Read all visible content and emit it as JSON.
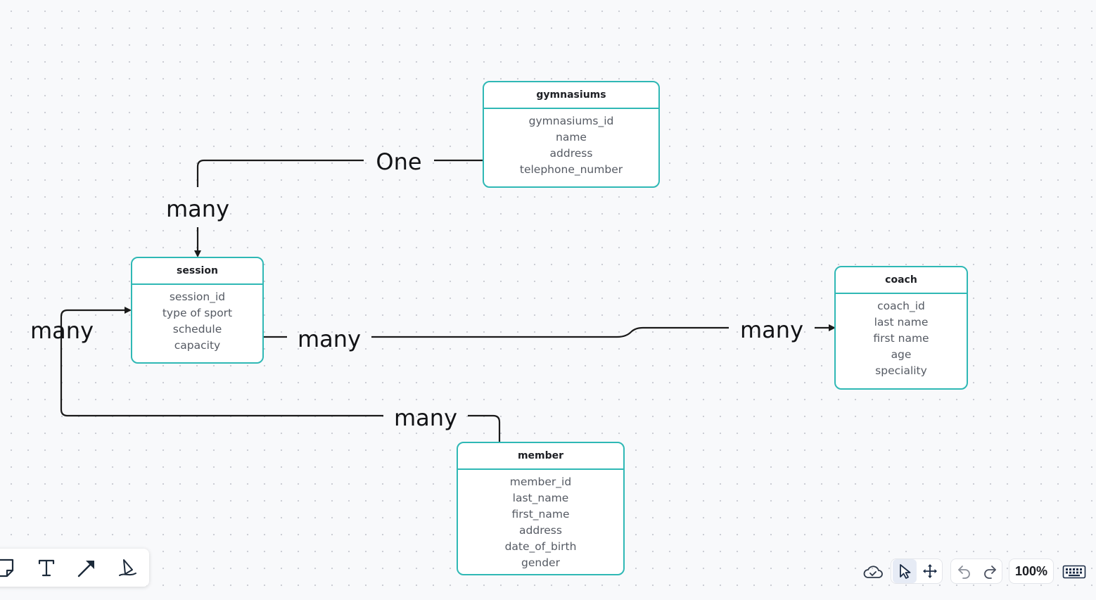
{
  "entities": {
    "gymnasiums": {
      "title": "gymnasiums",
      "fields": [
        "gymnasiums_id",
        "name",
        "address",
        "telephone_number"
      ]
    },
    "session": {
      "title": "session",
      "fields": [
        "session_id",
        "type of sport",
        "schedule",
        "capacity"
      ]
    },
    "coach": {
      "title": "coach",
      "fields": [
        "coach_id",
        "last name",
        "first name",
        "age",
        "speciality"
      ]
    },
    "member": {
      "title": "member",
      "fields": [
        "member_id",
        "last_name",
        "first_name",
        "address",
        "date_of_birth",
        "gender"
      ]
    }
  },
  "relations": {
    "gym_one": "One",
    "gym_session_many": "many",
    "session_left_many": "many",
    "session_coach_many_left": "many",
    "session_coach_many_right": "many",
    "member_many": "many"
  },
  "toolbar": {
    "tools": [
      "sticky-note-icon",
      "text-tool-icon",
      "arrow-tool-icon",
      "pen-tool-icon"
    ]
  },
  "controls": {
    "zoom": "100%",
    "icons": [
      "cloud-saved-icon",
      "select-cursor-icon",
      "pan-move-icon",
      "undo-icon",
      "redo-icon",
      "keyboard-icon"
    ]
  },
  "colors": {
    "entity_border": "#2fb8b5",
    "connector": "#1a1a1a",
    "canvas_bg": "#f8f9fb"
  }
}
